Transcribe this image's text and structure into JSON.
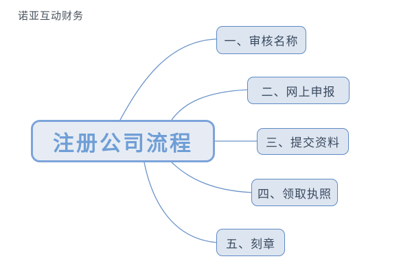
{
  "diagram": {
    "type": "mind-map",
    "background_color": "#ffffff",
    "watermark": "诺亚互动财务",
    "watermark_color": "#48515c",
    "central_node": {
      "label": "注册公司流程",
      "fill_color": "#e7ecf4",
      "border_color": "#7ba3d9",
      "text_color": "#6f9ed6"
    },
    "branch_style": {
      "fill_color": "#dde5f0",
      "border_color": "#5d8ac4",
      "text_color": "#3a4a5f",
      "connector_color": "#6a93c8"
    },
    "branches": [
      {
        "label": "一、审核名称",
        "connector": "curve-up"
      },
      {
        "label": "二、网上申报",
        "connector": "curve-up"
      },
      {
        "label": "三、提交资料",
        "connector": "straight"
      },
      {
        "label": "四、领取执照",
        "connector": "curve-down"
      },
      {
        "label": "五、刻章",
        "connector": "curve-down"
      }
    ]
  }
}
